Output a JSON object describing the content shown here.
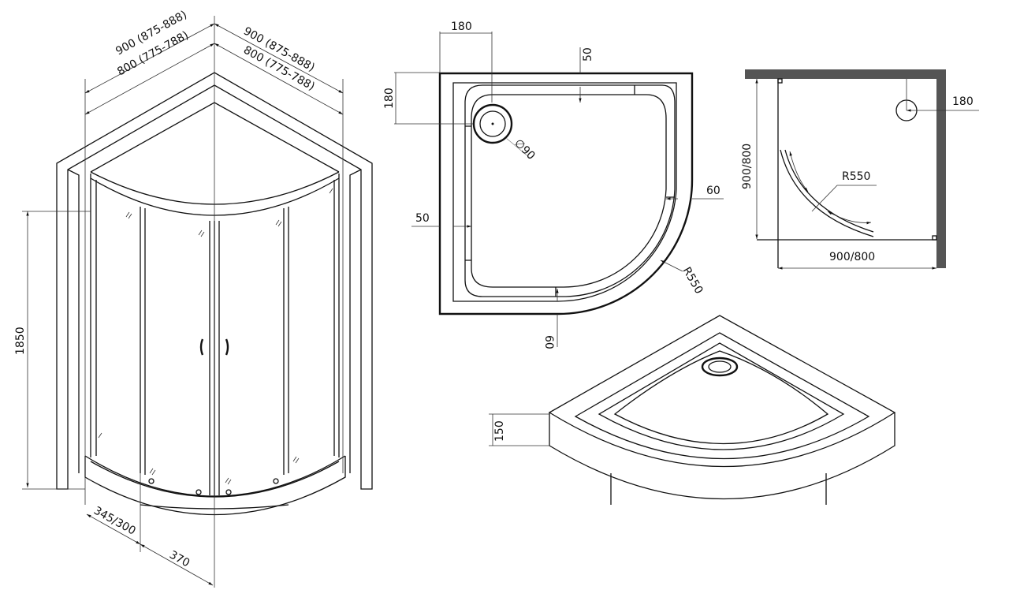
{
  "enclosure": {
    "width_outer": "900 (875-888)",
    "width_inner": "800 (775-788)",
    "width_outer_right": "900 (875-888)",
    "width_inner_right": "800 (775-788)",
    "height": "1850",
    "door_offset": "345/300",
    "door_width": "370"
  },
  "tray_plan": {
    "drain_offset_x": "180",
    "drain_offset_y": "180",
    "rim_top": "50",
    "rim_left": "50",
    "rim_right": "60",
    "rim_bottom": "60",
    "drain_diameter": "∅90",
    "radius": "R550"
  },
  "wall_plan": {
    "drain_offset": "180",
    "depth": "900/800",
    "width": "900/800",
    "radius": "R550"
  },
  "tray_3d": {
    "height": "150"
  }
}
